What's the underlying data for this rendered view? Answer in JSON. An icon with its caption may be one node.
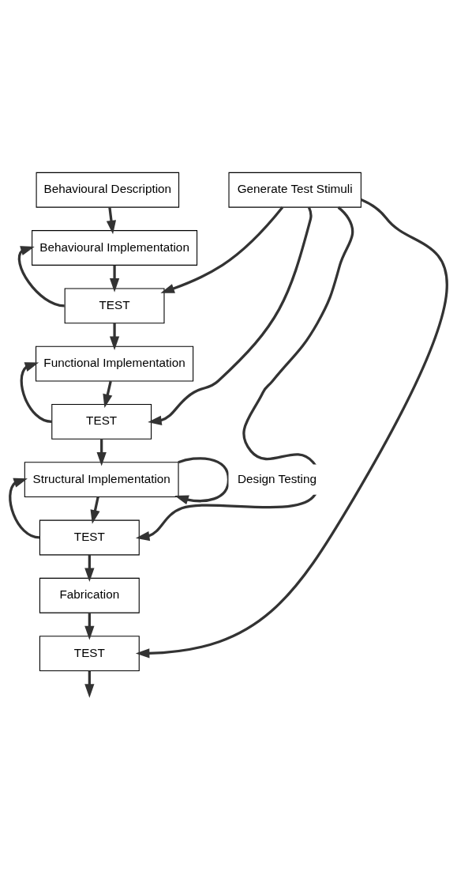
{
  "diagram": {
    "nodes": [
      {
        "text": [
          "Behavioural Description"
        ]
      },
      {
        "text": [
          "Generate Test Stimuli"
        ]
      },
      {
        "text": [
          "Behavioural Implementation"
        ]
      },
      {
        "text": [
          "TEST"
        ]
      },
      {
        "text": [
          "Functional Implementation"
        ]
      },
      {
        "text": [
          "TEST"
        ]
      },
      {
        "text": [
          "Structural Implementation"
        ]
      },
      {
        "text": [
          "TEST"
        ]
      },
      {
        "text": [
          "Fabrication"
        ]
      },
      {
        "text": [
          "TEST"
        ]
      }
    ],
    "edges": [
      {
        "from": 0,
        "to": 2,
        "arrow": "to"
      },
      {
        "from": 2,
        "to": 3,
        "arrow": "to"
      },
      {
        "from": 3,
        "to": 2,
        "arrow": "to"
      },
      {
        "from": 1,
        "to": 3,
        "arrow": "to"
      },
      {
        "from": 3,
        "to": 4,
        "arrow": "to"
      },
      {
        "from": 4,
        "to": 5,
        "arrow": "to"
      },
      {
        "from": 5,
        "to": 4,
        "arrow": "to"
      },
      {
        "from": 1,
        "to": 5,
        "arrow": "to"
      },
      {
        "from": 5,
        "to": 6,
        "arrow": "to"
      },
      {
        "from": 6,
        "to": 6,
        "arrow": "to",
        "label": "Design Testing"
      },
      {
        "from": 6,
        "to": 7,
        "arrow": "to"
      },
      {
        "from": 7,
        "to": 6,
        "arrow": "to"
      },
      {
        "from": 1,
        "to": 7,
        "arrow": "to"
      },
      {
        "from": 7,
        "to": 8,
        "arrow": "to"
      },
      {
        "from": 8,
        "to": 9,
        "arrow": "to"
      },
      {
        "from": 1,
        "to": 9,
        "arrow": "to"
      },
      {
        "from": 9,
        "to": null,
        "arrow": "to"
      }
    ]
  }
}
